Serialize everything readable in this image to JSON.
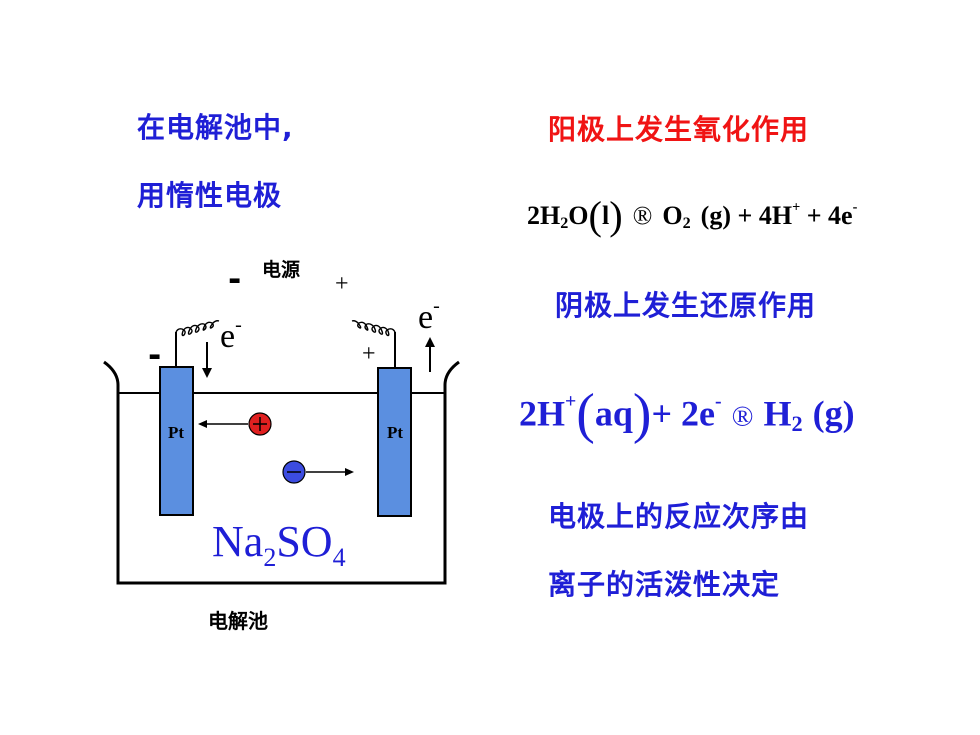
{
  "left_text": {
    "line1": "在电解池中,",
    "line2": "用惰性电极"
  },
  "anode": {
    "heading": "阳极上发生氧化作用",
    "eq": {
      "coef1": "2",
      "h": "H",
      "h_sub": "2",
      "o": "O",
      "lp": "(",
      "l": "l",
      "rp": ")",
      "arrow": "®",
      "o2": "O",
      "o2_sub": "2",
      "g": "(g)",
      "plus1": "+",
      "coef2": "4H",
      "hplus": "+",
      "plus2": "+",
      "coef3": "4e",
      "eminus": "-"
    }
  },
  "cathode": {
    "heading": "阴极上发生还原作用",
    "eq": {
      "coef1": "2H",
      "hplus": "+",
      "lp": "(",
      "aq": "aq",
      "rp": ")",
      "plus": "+",
      "coef2": "2e",
      "eminus": "-",
      "arrow": "®",
      "h": "H",
      "h_sub": "2",
      "g": "(g)"
    }
  },
  "bottom_text": {
    "line1": "电极上的反应次序由",
    "line2": "离子的活泼性决定"
  },
  "diagram": {
    "power_label": "电源",
    "power_minus": "-",
    "power_plus": "+",
    "left_electrode_sign": "-",
    "right_electrode_sign": "+",
    "electron_left": "e",
    "electron_left_sup": "-",
    "electron_right": "e",
    "electron_right_sup": "-",
    "electrode_left_label": "Pt",
    "electrode_right_label": "Pt",
    "electrolyte": {
      "na": "Na",
      "sub1": "2",
      "so": "SO",
      "sub2": "4"
    },
    "cell_label": "电解池",
    "colors": {
      "electrode": "#5b8fe0",
      "cation": "#e02020",
      "anion": "#3c4ce0",
      "electrolyte_text": "#1f1fd6"
    }
  }
}
